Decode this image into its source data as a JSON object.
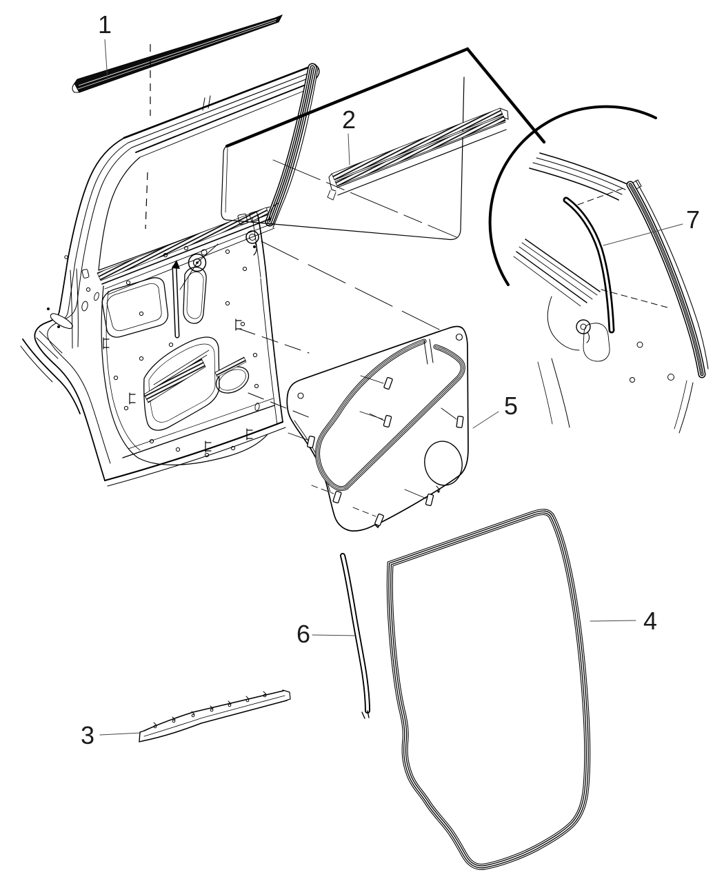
{
  "figure": {
    "background": "#ffffff",
    "stroke_color": "#000000",
    "label_color": "#1a1a1a"
  },
  "callouts": [
    {
      "number": "1"
    },
    {
      "number": "2"
    },
    {
      "number": "3"
    },
    {
      "number": "4"
    },
    {
      "number": "5"
    },
    {
      "number": "6"
    },
    {
      "number": "7"
    }
  ]
}
